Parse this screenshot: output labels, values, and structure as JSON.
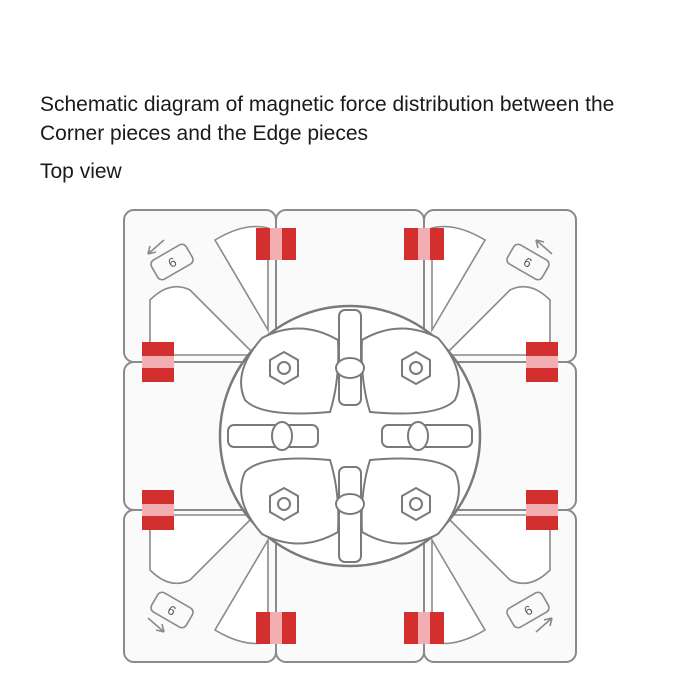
{
  "title": "Schematic diagram of magnetic force distribution between the Corner pieces and the Edge pieces",
  "subtitle": "Top view",
  "corner_numbers": [
    "6",
    "6",
    "6",
    "6"
  ],
  "colors": {
    "magnet": "#d32f2f",
    "magnet_light": "#f2aeb1",
    "outline": "#8a8a8a"
  }
}
